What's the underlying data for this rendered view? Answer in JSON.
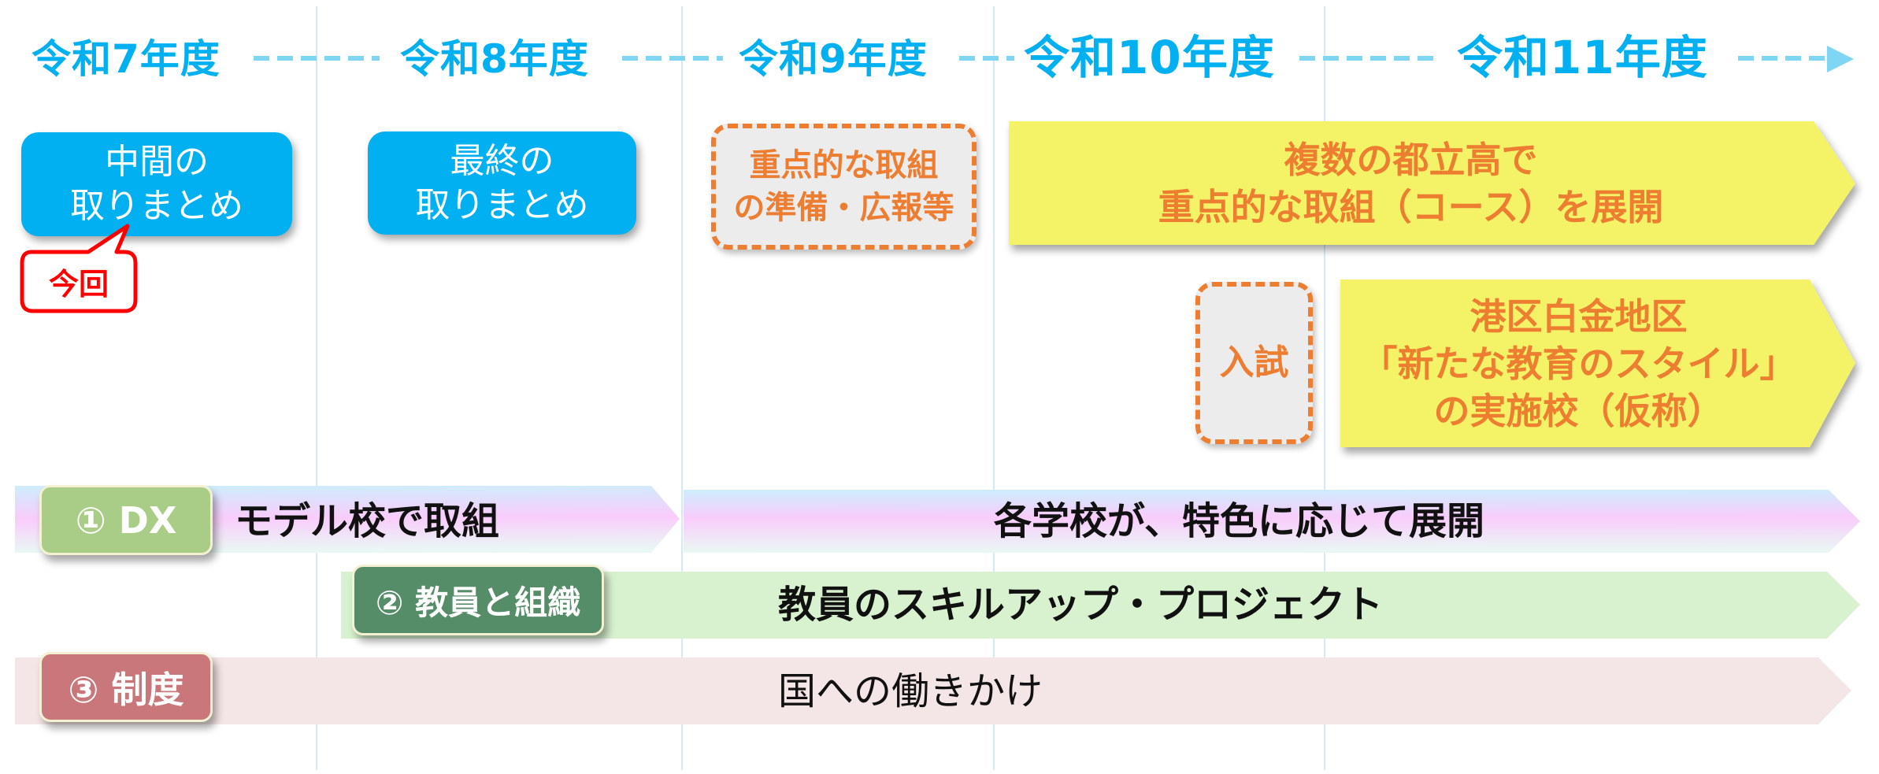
{
  "timeline": {
    "years": [
      "令和7年度",
      "令和8年度",
      "令和9年度",
      "令和10年度",
      "令和11年度"
    ],
    "accent_color": "#00b0f0"
  },
  "milestones": {
    "interim": "中間の\n取りまとめ",
    "final": "最終の\n取りまとめ",
    "current_callout": "今回"
  },
  "initiatives": {
    "preparation": "重点的な取組\nの準備・広報等",
    "expansion": "複数の都立高で\n重点的な取組（コース）を展開",
    "entrance_exam": "入試",
    "shirokane": "港区白金地区\n「新たな教育のスタイル」\nの実施校（仮称）"
  },
  "tracks": [
    {
      "badge": "① DX",
      "color": "#a9d18e",
      "phases": [
        "モデル校で取組",
        "各学校が、特色に応じて展開"
      ]
    },
    {
      "badge": "② 教員と組織",
      "color": "#548d68",
      "phases": [
        "教員のスキルアップ・プロジェクト"
      ]
    },
    {
      "badge": "③ 制度",
      "color": "#c9777a",
      "phases": [
        "国への働きかけ"
      ]
    }
  ],
  "colors": {
    "highlight_orange": "#ed7d31",
    "yellow": "#f4f266",
    "callout_red": "#ff0000",
    "track2_band": "#d8f2d0",
    "track3_band": "#f4e6e6"
  }
}
